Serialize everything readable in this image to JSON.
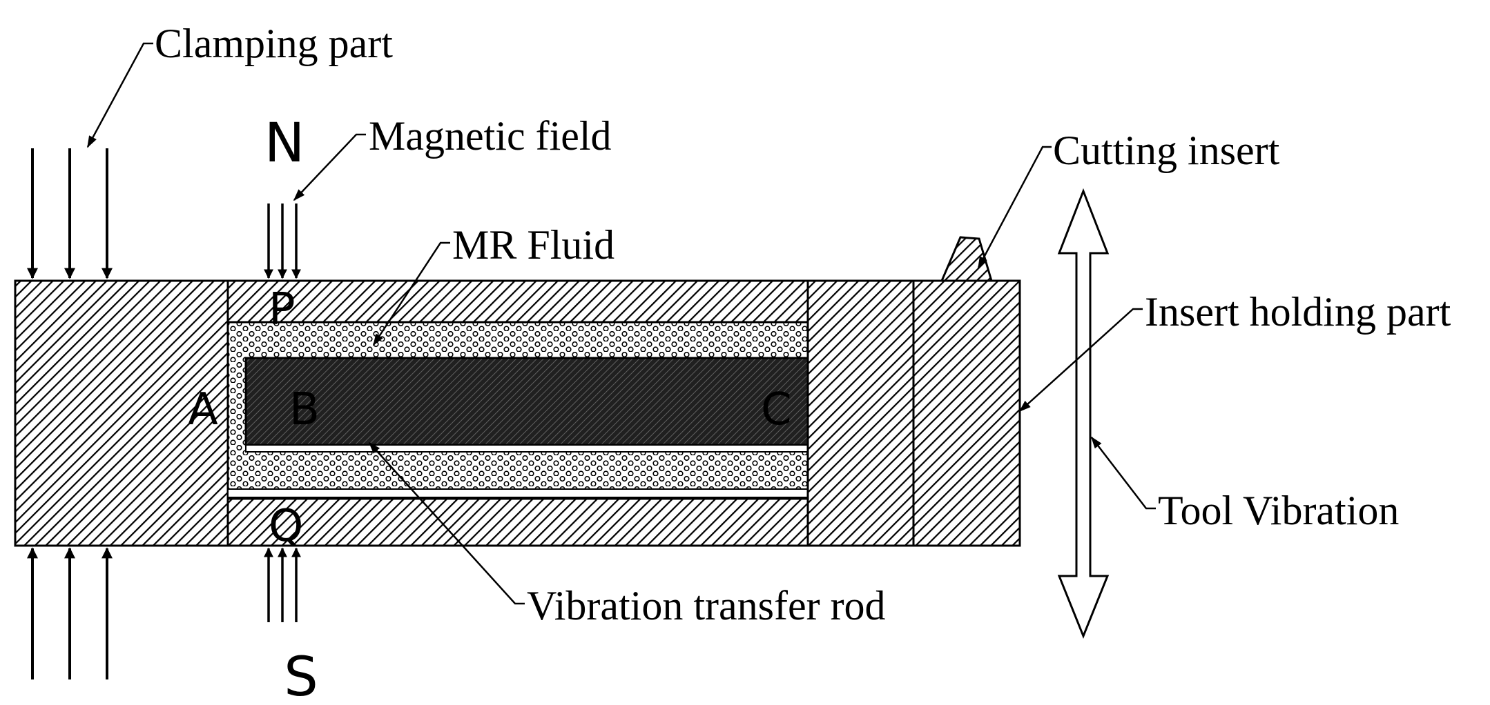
{
  "labels": {
    "clamping_part": "Clamping part",
    "magnetic_field": "Magnetic field",
    "mr_fluid": "MR Fluid",
    "cutting_insert": "Cutting insert",
    "insert_holding_part": "Insert holding part",
    "tool_vibration": "Tool Vibration",
    "vibration_transfer_rod": "Vibration transfer rod"
  },
  "poles": {
    "north": "N",
    "south": "S"
  },
  "points": {
    "a": "A",
    "b": "B",
    "c": "C",
    "p": "P",
    "q": "Q"
  }
}
